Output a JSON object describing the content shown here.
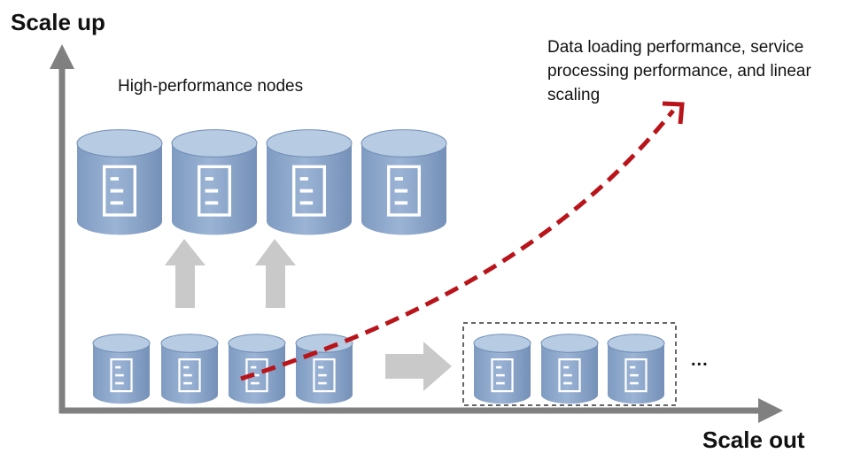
{
  "axes": {
    "y_label": "Scale up",
    "x_label": "Scale out"
  },
  "groups": {
    "high_performance_label": "High-performance nodes",
    "ellipsis": "..."
  },
  "annotation": {
    "curve_label": "Data loading performance, service processing performance, and linear scaling"
  },
  "colors": {
    "axis": "#808080",
    "cylinder_body": "#8aa5c8",
    "cylinder_top": "#b7cbe3",
    "cylinder_edge": "#6f8db5",
    "arrow_fill": "#c9c9c9",
    "curve": "#b8141a",
    "box_border": "#333333"
  },
  "icons": {
    "node": "database-cylinder-document-icon",
    "up_arrow": "up-arrow-icon",
    "right_arrow": "right-arrow-icon"
  }
}
